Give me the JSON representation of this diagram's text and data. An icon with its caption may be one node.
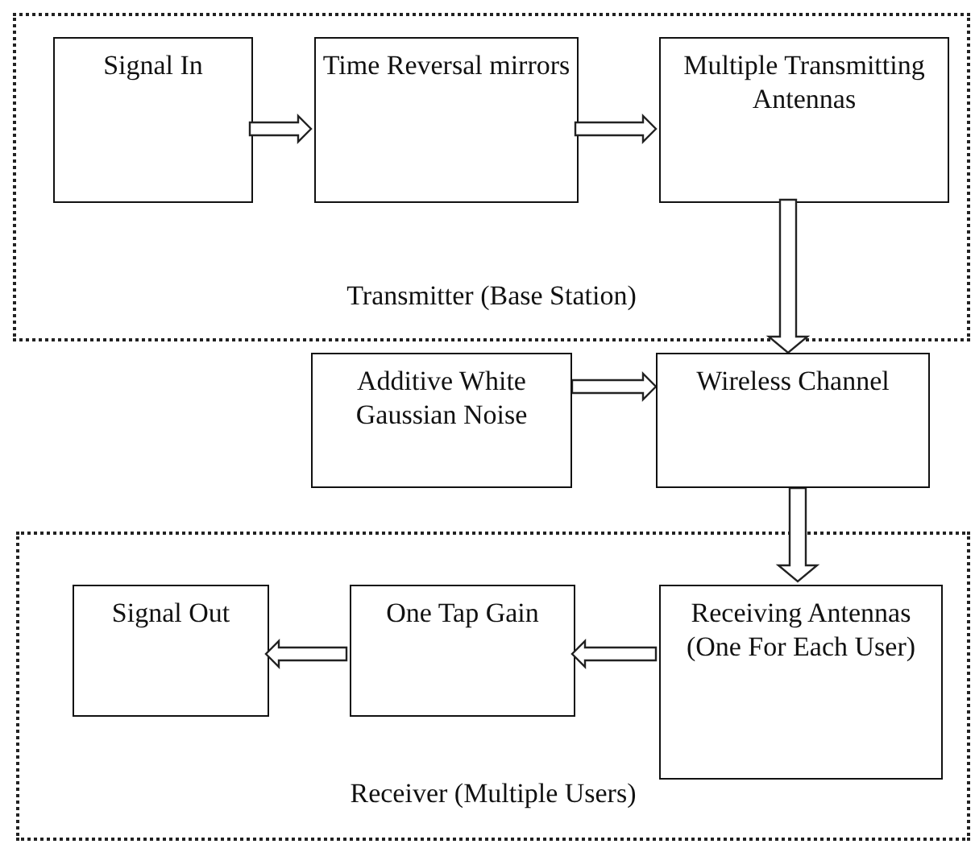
{
  "diagram": {
    "nodes": [
      {
        "text": [
          "Transmitter (Base Station)"
        ]
      },
      {
        "text": [
          "Signal In"
        ],
        "in": 0
      },
      {
        "text": [
          "Time Reversal mirrors"
        ],
        "in": 0
      },
      {
        "text": [
          "Multiple Transmitting Antennas"
        ],
        "in": 0
      },
      {
        "text": [
          "Additive White Gaussian Noise"
        ]
      },
      {
        "text": [
          "Wireless Channel"
        ]
      },
      {
        "text": [
          "Receiver (Multiple Users)"
        ]
      },
      {
        "text": [
          "Signal Out"
        ],
        "in": 6
      },
      {
        "text": [
          "One Tap Gain"
        ],
        "in": 6
      },
      {
        "text": [
          "Receiving Antennas (One For Each User)"
        ],
        "in": 6
      }
    ],
    "edges": [
      {
        "from": 1,
        "to": 2,
        "arrow": "to"
      },
      {
        "from": 2,
        "to": 3,
        "arrow": "to"
      },
      {
        "from": 3,
        "to": 5,
        "arrow": "to"
      },
      {
        "from": 4,
        "to": 5,
        "arrow": "to"
      },
      {
        "from": 5,
        "to": 9,
        "arrow": "to"
      },
      {
        "from": 9,
        "to": 8,
        "arrow": "to"
      },
      {
        "from": 8,
        "to": 7,
        "arrow": "to"
      }
    ]
  }
}
